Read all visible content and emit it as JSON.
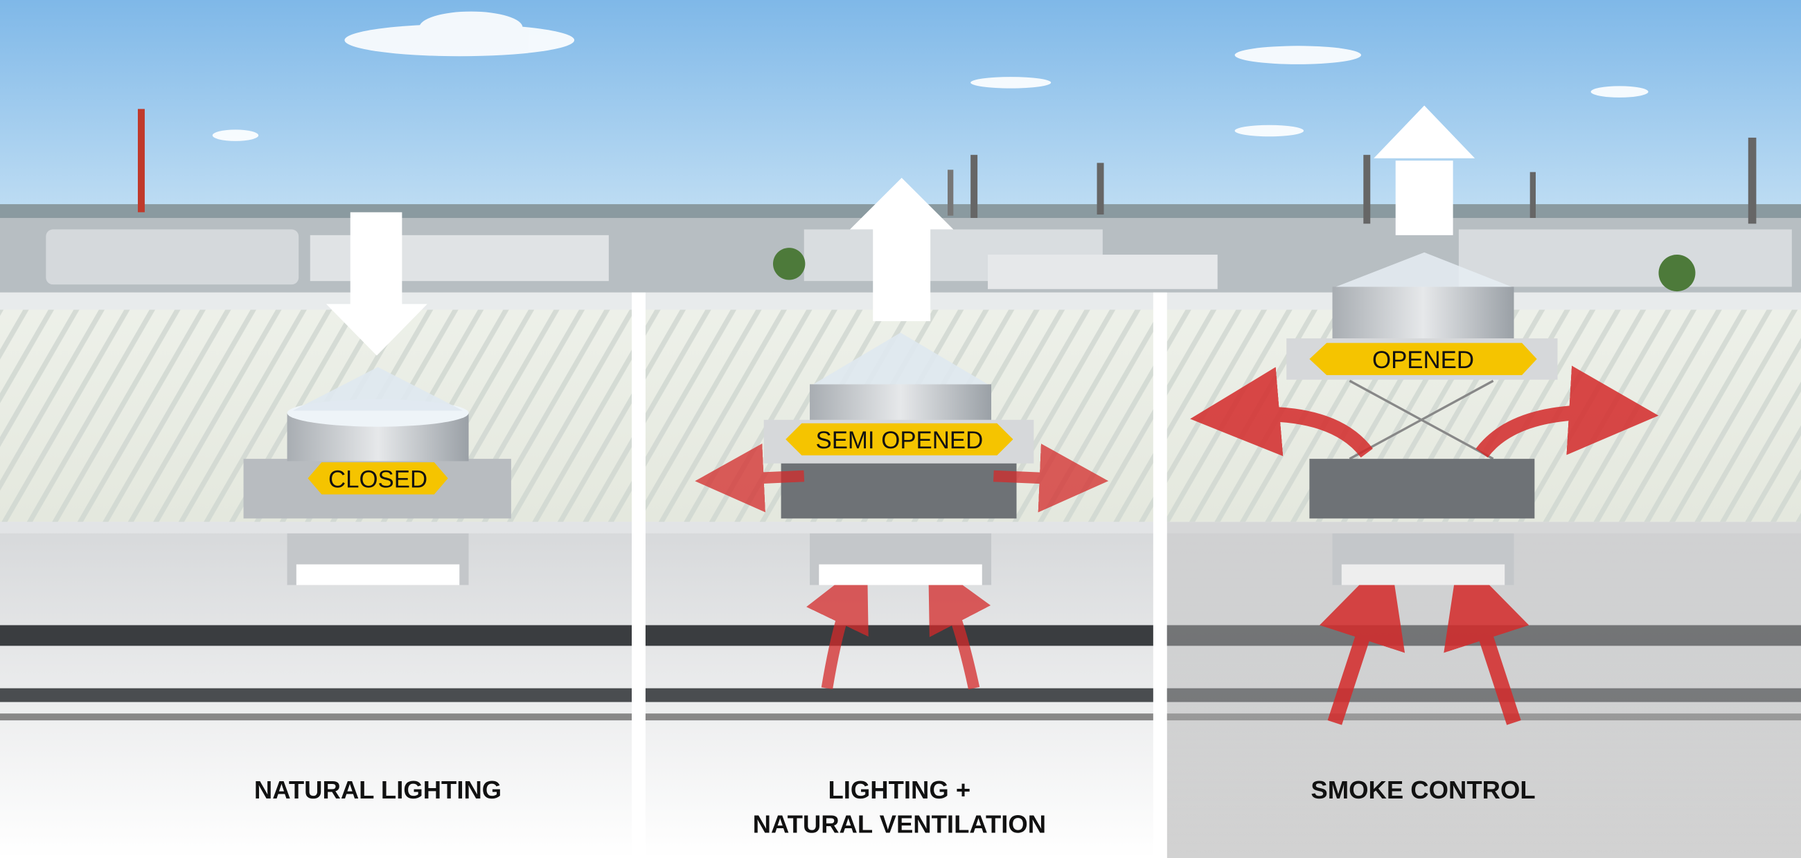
{
  "panels": [
    {
      "state": "CLOSED",
      "caption_lines": [
        "NATURAL LIGHTING"
      ]
    },
    {
      "state": "SEMI OPENED",
      "caption_lines": [
        "LIGHTING +",
        "NATURAL VENTILATION"
      ]
    },
    {
      "state": "OPENED",
      "caption_lines": [
        "SMOKE CONTROL"
      ]
    }
  ],
  "colors": {
    "tag": "#f5c400",
    "airflow": "#d42a2a",
    "sky": "#a9d2f0"
  }
}
